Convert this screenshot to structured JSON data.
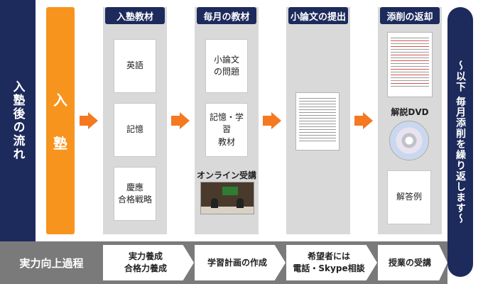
{
  "side_title": "入塾後の流れ",
  "enroll_chars": [
    "入",
    "塾"
  ],
  "columns": [
    {
      "header": "入塾教材",
      "cards": [
        "英語",
        "記憶",
        "慶應\n合格戦略"
      ]
    },
    {
      "header": "毎月の教材",
      "cards": [
        "小論文\nの問題",
        "記憶・学習\n教材"
      ],
      "extra_label": "オンライン受講"
    },
    {
      "header": "小論文の提出"
    },
    {
      "header": "添削の返却",
      "dvd_label": "解説DVD",
      "answer_label": "解答例"
    }
  ],
  "right_banner": "～以下 毎月添削を繰り返します～",
  "bottom": {
    "title": "実力向上過程",
    "steps": [
      "実力養成\n合格力養成",
      "学習計画の作成",
      "希望者には\n電話・Skype相談",
      "授業の受講"
    ]
  },
  "colors": {
    "navy": "#1d2a5c",
    "orange": "#f7941d",
    "arrow": "#f47920",
    "panel": "#d9d9d9",
    "band": "#7a7a7a"
  }
}
